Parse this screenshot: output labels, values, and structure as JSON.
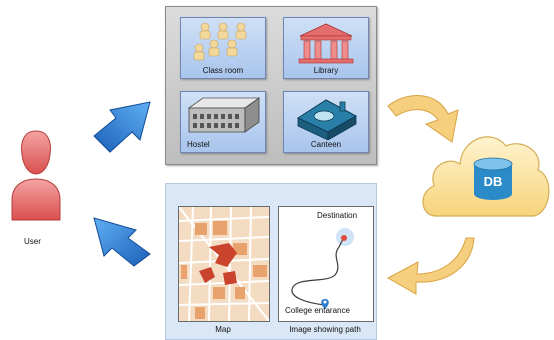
{
  "user": {
    "label": "User"
  },
  "facilities": [
    {
      "label": "Class room",
      "icon": "classroom-icon"
    },
    {
      "label": "Library",
      "icon": "library-icon"
    },
    {
      "label": "Hostel",
      "icon": "hostel-icon"
    },
    {
      "label": "Canteen",
      "icon": "canteen-icon"
    }
  ],
  "database": {
    "label": "DB"
  },
  "output": {
    "map_caption": "Map",
    "path_caption": "Image showing path",
    "destination_label": "Destination",
    "entrance_label": "College entarance"
  },
  "colors": {
    "user": "#e86b6b",
    "arrow_blue": "#2f7fd6",
    "arrow_orange": "#f2c26b",
    "cloud": "#fbe3a2",
    "db": "#2b8bc8",
    "map_street": "#f1ba8b",
    "map_highlight": "#c9432d"
  }
}
